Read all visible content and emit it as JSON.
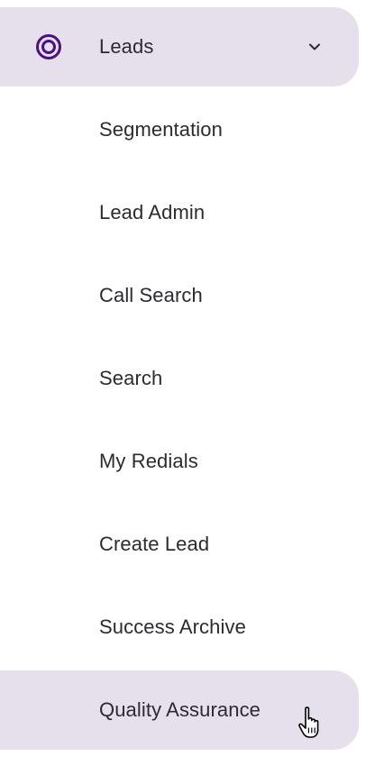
{
  "nav": {
    "parent": {
      "label": "Leads",
      "icon": "circle-target-icon",
      "expanded": true
    },
    "children": [
      {
        "label": "Segmentation"
      },
      {
        "label": "Lead Admin"
      },
      {
        "label": "Call Search"
      },
      {
        "label": "Search"
      },
      {
        "label": "My Redials"
      },
      {
        "label": "Create Lead"
      },
      {
        "label": "Success Archive"
      },
      {
        "label": "Quality Assurance",
        "hovered": true
      }
    ]
  },
  "colors": {
    "highlight_bg": "#e6dfec",
    "icon_purple": "#4b137f",
    "text": "#2d2a30"
  }
}
